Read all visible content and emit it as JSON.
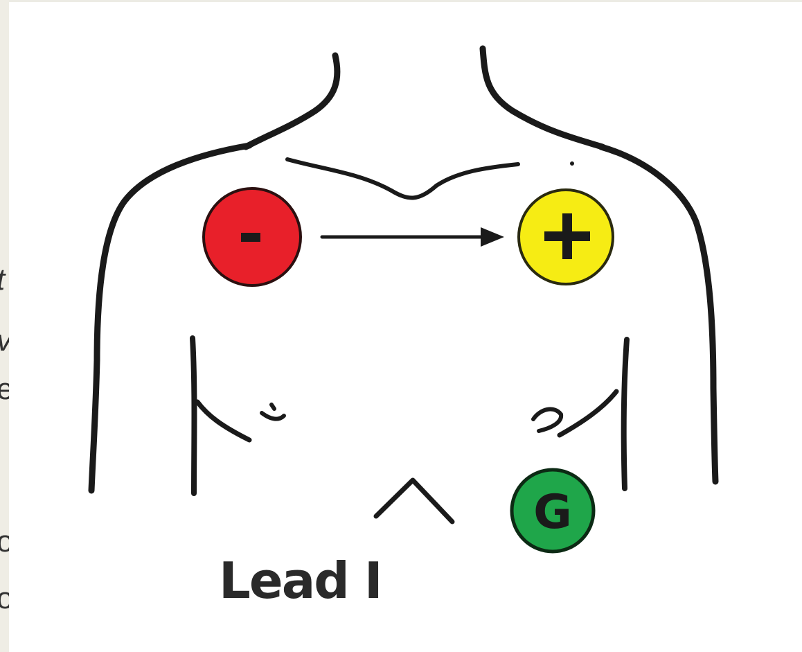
{
  "diagram": {
    "electrodes": [
      {
        "id": "negative",
        "symbol": "-",
        "color": "#e8202a"
      },
      {
        "id": "positive",
        "symbol": "+",
        "color": "#f6ec14"
      },
      {
        "id": "ground",
        "symbol": "G",
        "color": "#1fa64a"
      }
    ],
    "label": "Lead I"
  },
  "clipped_text": [
    "t",
    "v",
    "e",
    "o",
    "o"
  ]
}
